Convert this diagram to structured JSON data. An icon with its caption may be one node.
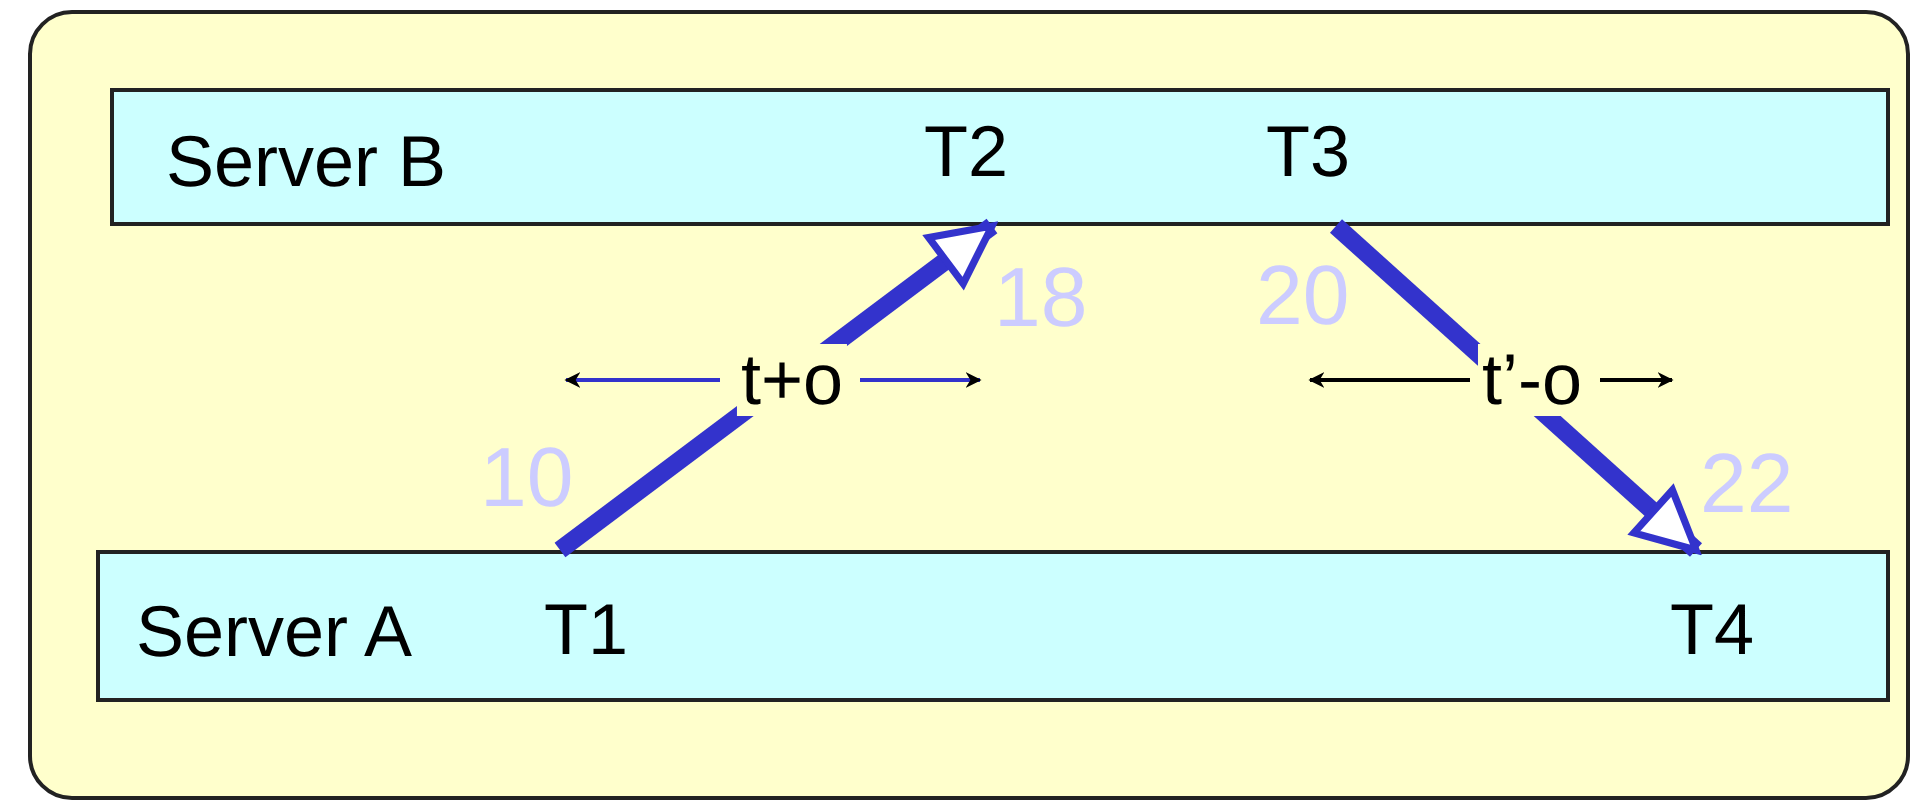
{
  "diagram": {
    "nodes": [
      {
        "text": [],
        "shape": "box"
      },
      {
        "text": [
          "Server B"
        ],
        "in": 0
      },
      {
        "text": [
          "Server A"
        ],
        "in": 0
      }
    ],
    "edges": [
      {
        "from": 2,
        "to": 1,
        "arrow": "to",
        "label": "t+o"
      },
      {
        "from": 1,
        "to": 2,
        "arrow": "to",
        "label": "t’-o"
      }
    ],
    "labels": [
      "T2",
      "T3",
      "18",
      "20",
      "10",
      "22",
      "T1",
      "T4"
    ]
  }
}
